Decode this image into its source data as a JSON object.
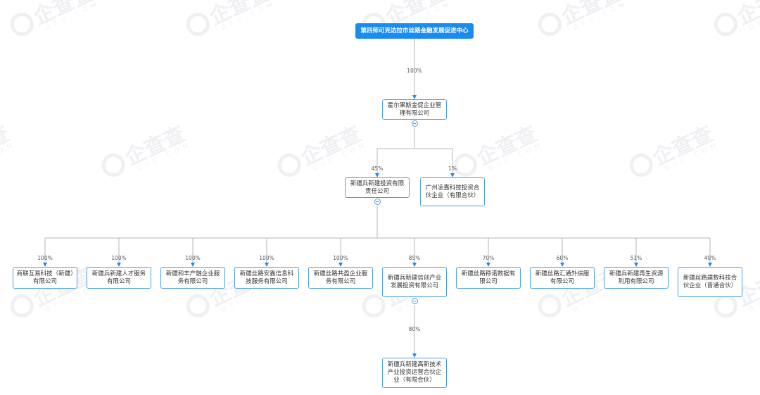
{
  "nodes": [
    {
      "id": "root",
      "label": "第四师可克达拉市丝路金融发展促进中心",
      "type": "root"
    },
    {
      "id": "n1",
      "label": "霍尔果斯金促企业管理有限公司"
    },
    {
      "id": "n2a",
      "label": "新疆兵新建投资有限责任公司"
    },
    {
      "id": "n2b",
      "label": "广州凌嘉科技投资合伙企业（有限合伙）"
    },
    {
      "id": "c1",
      "label": "商联互易科技（新疆）有限公司"
    },
    {
      "id": "c2",
      "label": "新疆兵新建人才服务有限公司"
    },
    {
      "id": "c3",
      "label": "新疆和丰产融企业服务有限公司"
    },
    {
      "id": "c4",
      "label": "新疆丝路安鑫信息科技服务有限公司"
    },
    {
      "id": "c5",
      "label": "新疆丝路共盈企业服务有限公司"
    },
    {
      "id": "c6",
      "label": "新疆兵新建信创产业发展投资有限公司"
    },
    {
      "id": "c7",
      "label": "新疆丝路稳诺数据有限公司"
    },
    {
      "id": "c8",
      "label": "新疆丝路汇通外综服有限公司"
    },
    {
      "id": "c9",
      "label": "新疆兵新建再生资源利用有限公司"
    },
    {
      "id": "c10",
      "label": "新疆丝路建数科技合伙企业（普通合伙）"
    },
    {
      "id": "g1",
      "label": "新疆兵新建高新技术产业投资运营合伙企业（有限合伙）"
    }
  ],
  "edges": [
    {
      "from": "root",
      "to": "n1",
      "percent": "100%"
    },
    {
      "from": "n1",
      "to": "n2a",
      "percent": "45%"
    },
    {
      "from": "n1",
      "to": "n2b",
      "percent": "1%"
    },
    {
      "from": "n2a",
      "to": "c1",
      "percent": "100%"
    },
    {
      "from": "n2a",
      "to": "c2",
      "percent": "100%"
    },
    {
      "from": "n2a",
      "to": "c3",
      "percent": "100%"
    },
    {
      "from": "n2a",
      "to": "c4",
      "percent": "100%"
    },
    {
      "from": "n2a",
      "to": "c5",
      "percent": "100%"
    },
    {
      "from": "n2a",
      "to": "c6",
      "percent": "85%"
    },
    {
      "from": "n2a",
      "to": "c7",
      "percent": "70%"
    },
    {
      "from": "n2a",
      "to": "c8",
      "percent": "60%"
    },
    {
      "from": "n2a",
      "to": "c9",
      "percent": "51%"
    },
    {
      "from": "n2a",
      "to": "c10",
      "percent": "40%"
    },
    {
      "from": "c6",
      "to": "g1",
      "percent": "80%"
    }
  ],
  "collapsible": [
    "n1",
    "n2a",
    "c6"
  ],
  "watermark": {
    "text": "企查查",
    "subtext": "QCC.COM"
  },
  "colors": {
    "accent": "#1a8cf0",
    "border": "#4a9fe8",
    "line": "#b5b5b5",
    "arrow": "#1a8cf0"
  }
}
